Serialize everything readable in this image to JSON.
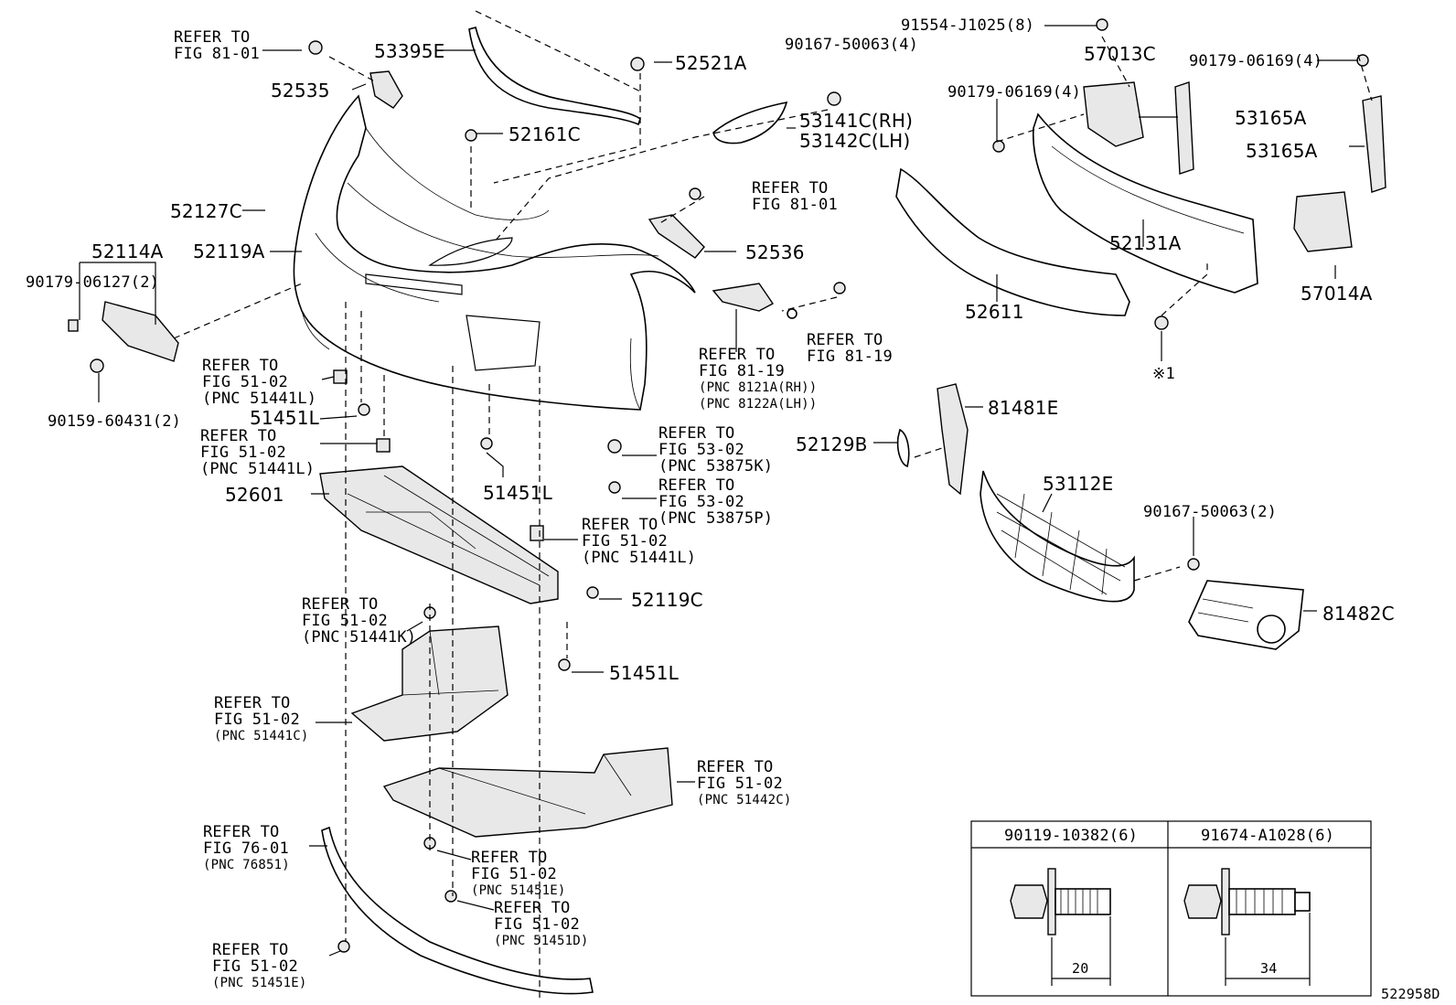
{
  "diagram_id": "522958D",
  "labels": {
    "p53395E": "53395E",
    "p52535": "52535",
    "p52521A": "52521A",
    "p52161C": "52161C",
    "p52127C": "52127C",
    "p52119A": "52119A",
    "p52114A": "52114A",
    "p52536": "52536",
    "p52601": "52601",
    "p52119C": "52119C",
    "p51451L_a": "51451L",
    "p51451L_b": "51451L",
    "p51451L_c": "51451L",
    "p53141C": "53141C(RH)",
    "p53142C": "53142C(LH)",
    "p57013C": "57013C",
    "p53165A_a": "53165A",
    "p53165A_b": "53165A",
    "p52131A": "52131A",
    "p52611": "52611",
    "p57014A": "57014A",
    "p81481E": "81481E",
    "p52129B": "52129B",
    "p53112E": "53112E",
    "p81482C": "81482C",
    "b90179_06127": "90179-06127(2)",
    "b90159_60431": "90159-60431(2)",
    "b90167_50063_4": "90167-50063(4)",
    "b91554_J1025": "91554-J1025(8)",
    "b90179_06169_a": "90179-06169(4)",
    "b90179_06169_b": "90179-06169(4)",
    "b90167_50063_2": "90167-50063(2)",
    "note1": "※1"
  },
  "refer": {
    "r1": [
      "REFER TO",
      "FIG 81-01"
    ],
    "r2": [
      "REFER TO",
      "FIG 81-01"
    ],
    "r3": [
      "REFER TO",
      "FIG 81-19"
    ],
    "r4": [
      "REFER TO",
      "FIG 81-19",
      "(PNC 8121A(RH))",
      "(PNC 8122A(LH))"
    ],
    "r5": [
      "REFER TO",
      "FIG 51-02",
      "(PNC 51441L)"
    ],
    "r6": [
      "REFER TO",
      "FIG 51-02",
      "(PNC 51441L)"
    ],
    "r7": [
      "REFER TO",
      "FIG 53-02",
      "(PNC 53875K)"
    ],
    "r8": [
      "REFER TO",
      "FIG 53-02",
      "(PNC 53875P)"
    ],
    "r9": [
      "REFER TO",
      "FIG 51-02",
      "(PNC 51441L)"
    ],
    "r10": [
      "REFER TO",
      "FIG 51-02",
      "(PNC 51441K)"
    ],
    "r11": [
      "REFER TO",
      "FIG 51-02",
      "(PNC 51441C)"
    ],
    "r12": [
      "REFER TO",
      "FIG 51-02",
      "(PNC 51442C)"
    ],
    "r13": [
      "REFER TO",
      "FIG 76-01",
      "(PNC 76851)"
    ],
    "r14": [
      "REFER TO",
      "FIG 51-02",
      "(PNC 51451E)"
    ],
    "r15": [
      "REFER TO",
      "FIG 51-02",
      "(PNC 51451D)"
    ],
    "r16": [
      "REFER TO",
      "FIG 51-02",
      "(PNC 51451E)"
    ]
  },
  "legend_table": {
    "col1_header": "90119-10382(6)",
    "col2_header": "91674-A1028(6)",
    "col1_dim": "20",
    "col2_dim": "34"
  }
}
